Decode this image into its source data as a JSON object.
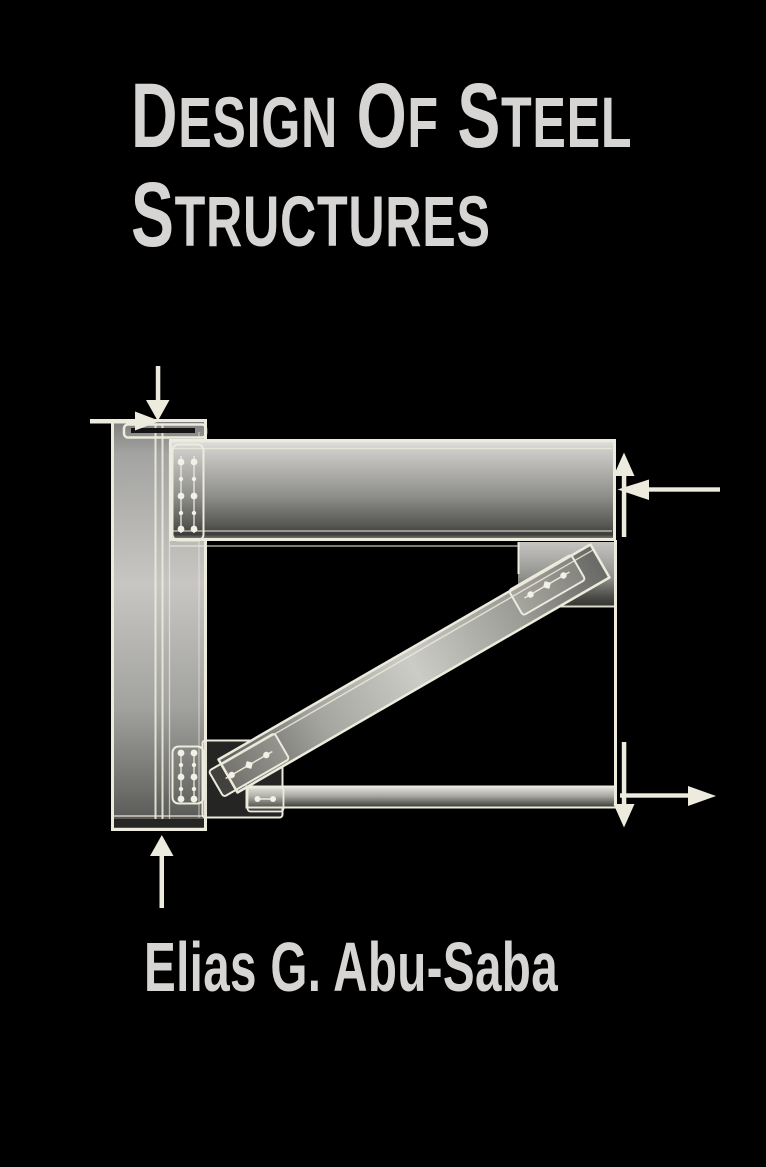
{
  "cover": {
    "title_line1": "Design Of Steel",
    "title_line2": "Structures",
    "author": "Elias G. Abu-Saba",
    "colors": {
      "background": "#000000",
      "title_text": "#d6d5d3",
      "drawing_line": "#edebdd",
      "steel_light": "#cccbc7",
      "steel_dark": "#3b3b39"
    }
  },
  "figure": {
    "description": "Elevation drawing of a bolted steel frame connection: vertical column at left, horizontal beam at top, diagonal brace, bottom tie member, gusset and splice plates with bolt groups, annotated with load and reaction arrows.",
    "parts": [
      "column",
      "beam",
      "diagonal-brace",
      "bottom-tie",
      "right-gusset-plate",
      "bottom-left-gusset-plate",
      "brace-splice-plates",
      "bolt-groups"
    ],
    "arrows": [
      {
        "direction": "down",
        "location": "top of column"
      },
      {
        "direction": "right",
        "location": "top of column"
      },
      {
        "direction": "up",
        "location": "bottom of column"
      },
      {
        "direction": "up",
        "location": "right end of beam"
      },
      {
        "direction": "left",
        "location": "right end of beam"
      },
      {
        "direction": "down",
        "location": "right end of bottom tie"
      },
      {
        "direction": "right",
        "location": "right end of bottom tie"
      }
    ]
  }
}
